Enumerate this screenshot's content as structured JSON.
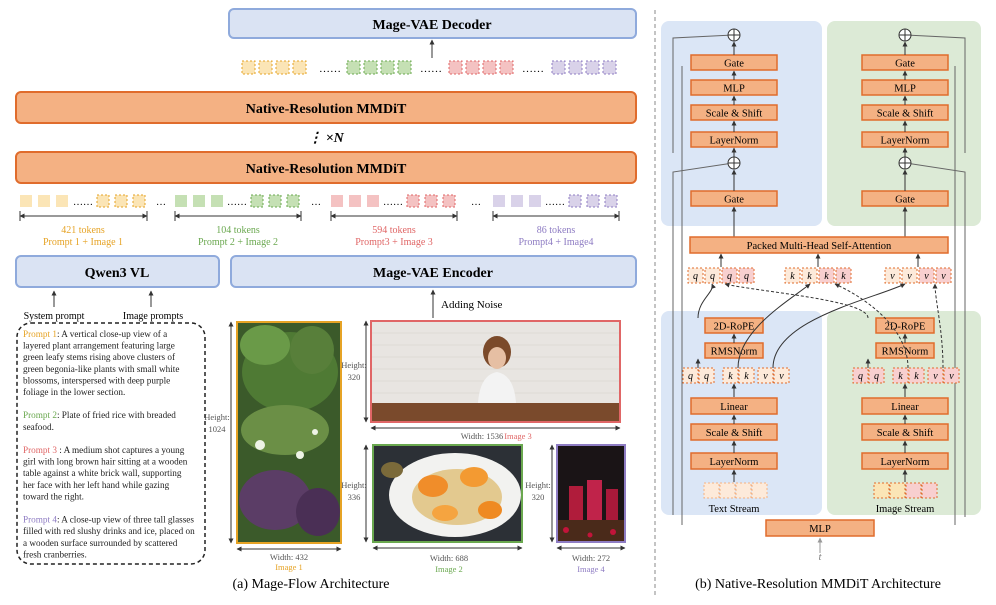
{
  "colors": {
    "orange_fill": "#f4b183",
    "orange_stroke": "#e06c2c",
    "blue_fill": "#dae3f3",
    "blue_stroke": "#8faadc",
    "blue_panel": "#dbe6f6",
    "green_panel": "#dcead6",
    "yellow": "#e6a325",
    "green": "#6aa84f",
    "red": "#e06666",
    "purple": "#8e7cc3"
  },
  "left": {
    "vae_decoder": "Mage-VAE Decoder",
    "mmdit_top": "Native-Resolution MMDiT",
    "repeat_label": "⋮ ×N",
    "mmdit_bottom": "Native-Resolution MMDiT",
    "groups": [
      {
        "tokens": "421 tokens",
        "label": "Prompt 1 + Image 1"
      },
      {
        "tokens": "104 tokens",
        "label": "Prompt 2 + Image 2"
      },
      {
        "tokens": "594 tokens",
        "label": "Prompt3 + Image 3"
      },
      {
        "tokens": "86 tokens",
        "label": "Prompt4 + Image4"
      }
    ],
    "qwen": "Qwen3 VL",
    "vae_encoder": "Mage-VAE Encoder",
    "system_prompt": "System prompt",
    "image_prompts": "Image prompts",
    "adding_noise": "Adding Noise",
    "prompts": [
      {
        "tag": "Prompt 1",
        "text_lines": [
          ": A vertical close-up view of a",
          "layered plant arrangement featuring large",
          "green leafy stems rising above clusters of",
          "green begonia-like plants with small white",
          "blossoms, interspersed with deep purple",
          "foliage in the lower section."
        ]
      },
      {
        "tag": "Prompt 2",
        "text_lines": [
          ": Plate of fried rice with breaded",
          "seafood."
        ]
      },
      {
        "tag": "Prompt 3",
        "text_lines": [
          " : A medium shot captures a young",
          "girl with long brown hair sitting at a wooden",
          "table against a white brick wall, supporting",
          "her face with her left hand while gazing",
          "toward the right."
        ]
      },
      {
        "tag": "Prompt 4",
        "text_lines": [
          ": A close-up view of three tall glasses",
          "filled with red slushy drinks and ice, placed on",
          "a wooden surface surrounded by scattered",
          "fresh cranberries."
        ]
      }
    ],
    "image1": {
      "height_label": "Height:",
      "height": "1024",
      "width": "Width: 432",
      "name": "Image 1"
    },
    "image3": {
      "height_label": "Height:",
      "height": "320",
      "width": "Width: 1536",
      "name": "Image 3"
    },
    "image2": {
      "height_label": "Height:",
      "height": "336",
      "width": "Width: 688",
      "name": "Image 2"
    },
    "image4": {
      "height_label": "Height:",
      "height": "320",
      "width": "Width: 272",
      "name": "Image 4"
    },
    "caption": "(a) Mage-Flow Architecture"
  },
  "right": {
    "gate": "Gate",
    "mlp": "MLP",
    "scale_shift": "Scale & Shift",
    "layernorm": "LayerNorm",
    "attention": "Packed Multi-Head Self-Attention",
    "rope": "2D-RoPE",
    "rmsnorm": "RMSNorm",
    "linear": "Linear",
    "q": "q",
    "k": "k",
    "v": "v",
    "text_stream": "Text Stream",
    "image_stream": "Image Stream",
    "mlp_bottom": "MLP",
    "t_label": "t",
    "caption": "(b) Native-Resolution MMDiT Architecture"
  }
}
